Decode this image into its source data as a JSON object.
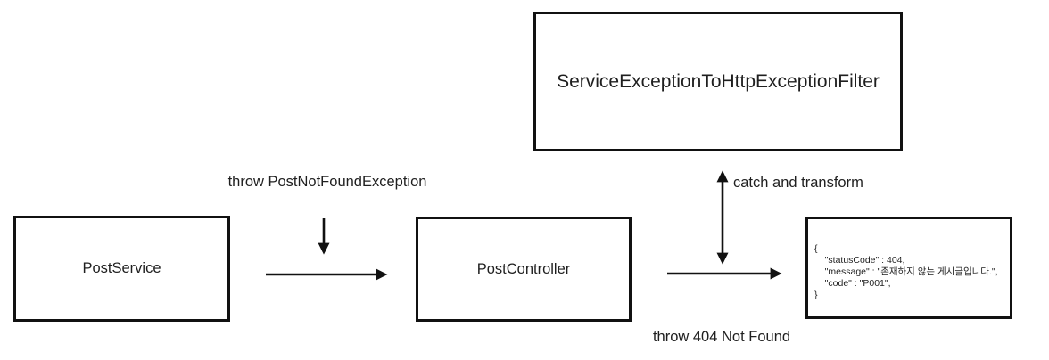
{
  "nodes": {
    "post_service": {
      "label": "PostService"
    },
    "post_controller": {
      "label": "PostController"
    },
    "filter": {
      "label": "ServiceExceptionToHttpExceptionFilter"
    },
    "response": {
      "lines": [
        "{",
        "    \"statusCode\" : 404,",
        "    \"message\" : \"존재하지 않는 게시글입니다.\",",
        "    \"code\" : \"P001\",",
        "}"
      ]
    }
  },
  "labels": {
    "throw_post_not_found": "throw PostNotFoundException",
    "catch_and_transform": "catch and transform",
    "throw_404": "throw 404 Not Found"
  },
  "colors": {
    "line": "#111111",
    "text": "#1f1f1f",
    "background": "#ffffff"
  }
}
